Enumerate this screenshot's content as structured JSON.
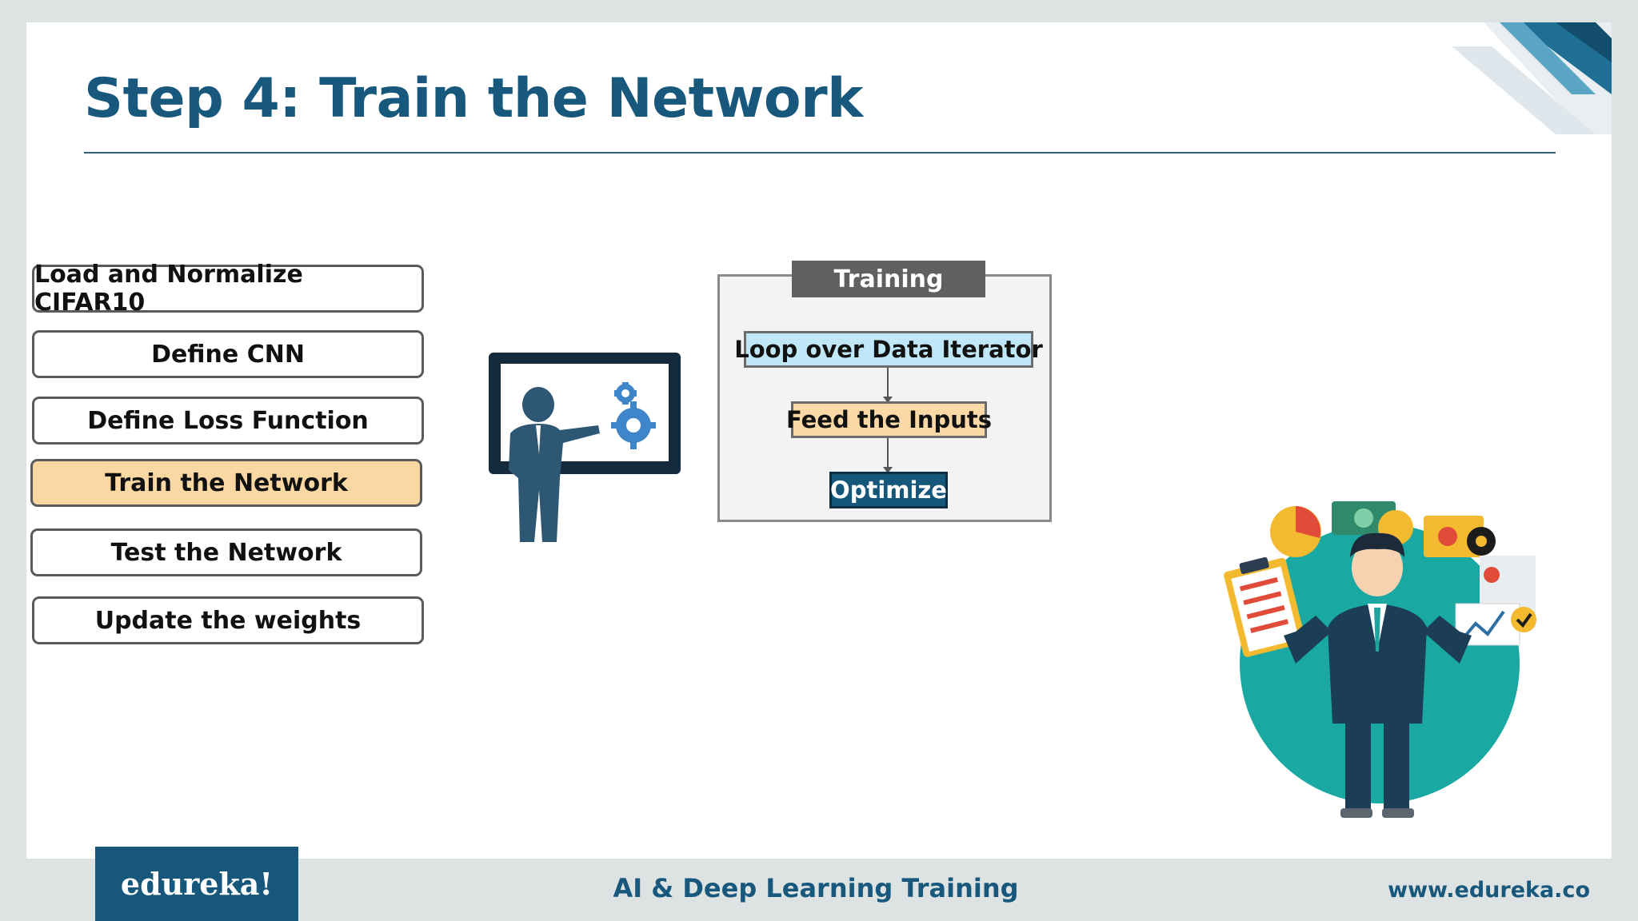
{
  "slide": {
    "title": "Step 4: Train the Network"
  },
  "steps": [
    {
      "label": "Load and Normalize CIFAR10",
      "active": false
    },
    {
      "label": "Define CNN",
      "active": false
    },
    {
      "label": "Define Loss Function",
      "active": false
    },
    {
      "label": "Train the Network",
      "active": true
    },
    {
      "label": "Test the Network",
      "active": false
    },
    {
      "label": "Update the weights",
      "active": false
    }
  ],
  "training": {
    "title": "Training",
    "nodes": [
      "Loop over Data Iterator",
      "Feed the Inputs",
      "Optimize"
    ]
  },
  "footer": {
    "logo": "edureka!",
    "course": "AI & Deep Learning Training",
    "url": "www.edureka.co"
  },
  "colors": {
    "brand": "#17587c",
    "active_step": "#f9d8a3",
    "node_loop": "#bfe7f8",
    "node_feed": "#fbd9a6",
    "node_optimize": "#15577b",
    "teal_circle": "#19a8a2"
  },
  "icons": [
    "presenter-board-icon",
    "gear-icon",
    "businessman-illustration-icon"
  ]
}
